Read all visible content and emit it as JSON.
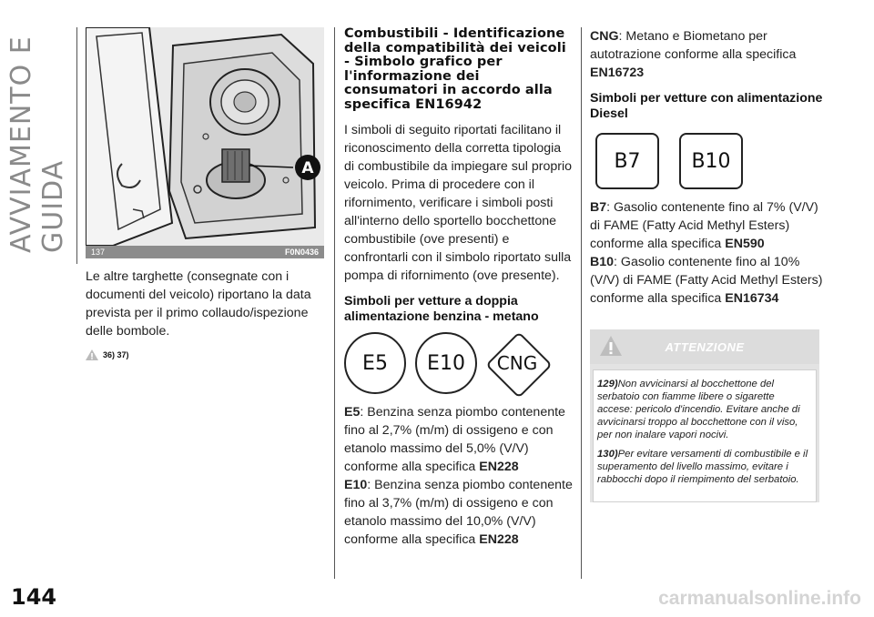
{
  "side_title": "AVVIAMENTO E GUIDA",
  "page_number": "144",
  "watermark": "carmanualsonline.info",
  "figure": {
    "label": "A",
    "number": "137",
    "code": "F0N0436"
  },
  "col1": {
    "text": "Le altre targhette (consegnate con i documenti del veicolo) riportano la data prevista per il primo collaudo/ispezione delle bombole.",
    "refs": "36) 37)"
  },
  "col2": {
    "heading": "Combustibili - Identificazione della compatibilità dei veicoli - Simbolo grafico per l'informazione dei consumatori in accordo alla specifica EN16942",
    "intro": "I simboli di seguito riportati facilitano il riconoscimento della corretta tipologia di combustibile da impiegare sul proprio veicolo. Prima di procedere con il rifornimento, verificare i simboli posti all'interno dello sportello bocchettone combustibile (ove presenti) e confrontarli con il simbolo riportato sulla pompa di rifornimento (ove presente).",
    "subheading": "Simboli per vetture a doppia alimentazione benzina - metano",
    "symbols": [
      "E5",
      "E10",
      "CNG"
    ],
    "e5_code": "E5",
    "e5_text": ": Benzina senza piombo contenente fino al 2,7% (m/m) di ossigeno e con etanolo massimo del 5,0% (V/V) conforme alla specifica ",
    "e5_spec": "EN228",
    "e10_code": "E10",
    "e10_text": ": Benzina senza piombo contenente fino al 3,7% (m/m) di ossigeno e con etanolo massimo del 10,0% (V/V) conforme alla specifica ",
    "e10_spec": "EN228"
  },
  "col3": {
    "cng_code": "CNG",
    "cng_text": ": Metano e Biometano per autotrazione conforme alla specifica ",
    "cng_spec": "EN16723",
    "subheading": "Simboli per vetture con alimentazione Diesel",
    "symbols": [
      "B7",
      "B10"
    ],
    "b7_code": "B7",
    "b7_text": ": Gasolio contenente fino al 7% (V/V) di FAME (Fatty Acid Methyl Esters) conforme alla specifica ",
    "b7_spec": "EN590",
    "b10_code": "B10",
    "b10_text": ": Gasolio contenente fino al 10% (V/V) di FAME (Fatty Acid Methyl Esters) conforme alla specifica ",
    "b10_spec": "EN16734",
    "attention": {
      "title": "ATTENZIONE",
      "items": [
        {
          "num": "129)",
          "text": "Non avvicinarsi al bocchettone del serbatoio con fiamme libere o sigarette accese: pericolo d'incendio. Evitare anche di avvicinarsi troppo al bocchettone con il viso, per non inalare vapori nocivi."
        },
        {
          "num": "130)",
          "text": "Per evitare versamenti di combustibile e il superamento del livello massimo, evitare i rabbocchi dopo il riempimento del serbatoio."
        }
      ]
    }
  }
}
